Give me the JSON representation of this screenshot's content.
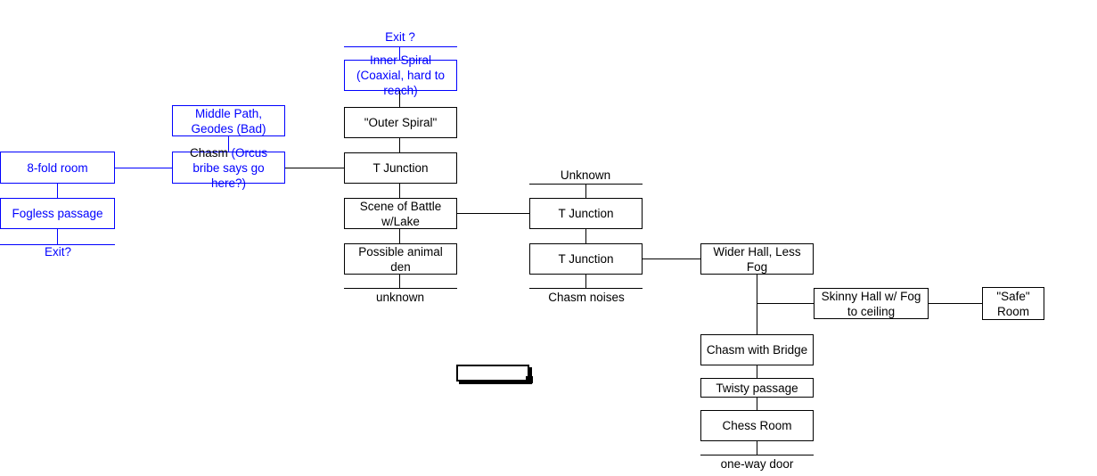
{
  "diagram": {
    "title": "Dungeon exploration flowchart",
    "colors": {
      "black": "#000000",
      "blue": "#0000ff",
      "background": "#ffffff"
    },
    "nodes": {
      "inner_spiral": "Inner Spiral (Coaxial, hard to reach)",
      "outer_spiral": "\"Outer Spiral\"",
      "t_junction_center": "T Junction",
      "scene_of_battle": "Scene of Battle w/Lake",
      "possible_animal_den": "Possible animal den",
      "middle_path": "Middle Path, Geodes (Bad)",
      "chasm_orcus_lead": "Chasm ",
      "chasm_orcus_tail": "(Orcus bribe says go here?)",
      "eight_fold_room": "8-fold room",
      "fogless_passage": "Fogless passage",
      "t_junction_upper_right": "T Junction",
      "t_junction_lower_right": "T Junction",
      "wider_hall": "Wider Hall, Less Fog",
      "skinny_hall": "Skinny Hall w/ Fog to ceiling",
      "safe_room": "\"Safe\" Room",
      "chasm_with_bridge": "Chasm with Bridge",
      "twisty_passage": "Twisty passage",
      "chess_room": "Chess Room",
      "empty_selected_box": ""
    },
    "labels": {
      "exit_top": "Exit ?",
      "exit_left": "Exit?",
      "unknown_center": "unknown",
      "unknown_right": "Unknown",
      "chasm_noises": "Chasm noises",
      "one_way_door": "one-way door"
    }
  }
}
